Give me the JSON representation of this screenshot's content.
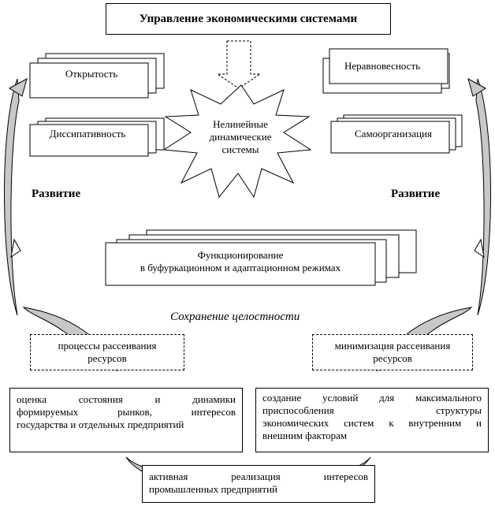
{
  "title": "Управление экономическими системами",
  "stacks": {
    "openness": "Открытость",
    "dissipativity": "Диссипативность",
    "nonequilibrium": "Неравновесность",
    "selforganization": "Самоорганизация"
  },
  "star": {
    "line1": "Нелинейные",
    "line2": "динамические",
    "line3": "системы"
  },
  "development_left": "Развитие",
  "development_right": "Развитие",
  "functioning": {
    "line1": "Функционирование",
    "line2": "в буфуркационном и адаптационном режимах"
  },
  "integrity": "Сохранение целостности",
  "dashed_left": {
    "line1": "процессы рассеивания",
    "line2": "ресурсов"
  },
  "dashed_right": {
    "line1": "минимизация рассеивания",
    "line2": "ресурсов"
  },
  "box_left": {
    "line1": "оценка состояния и динамики",
    "line2": "формируемых рынков, интересов",
    "line3": "государства и отдельных предприятий"
  },
  "box_right": {
    "line1": "создание условий для максимального",
    "line2": "приспособления структуры",
    "line3": "экономических систем к внутренним и",
    "line4": "внешним факторам"
  },
  "box_bottom": {
    "line1": "активная реализация интересов",
    "line2": "промышленных предприятий"
  }
}
